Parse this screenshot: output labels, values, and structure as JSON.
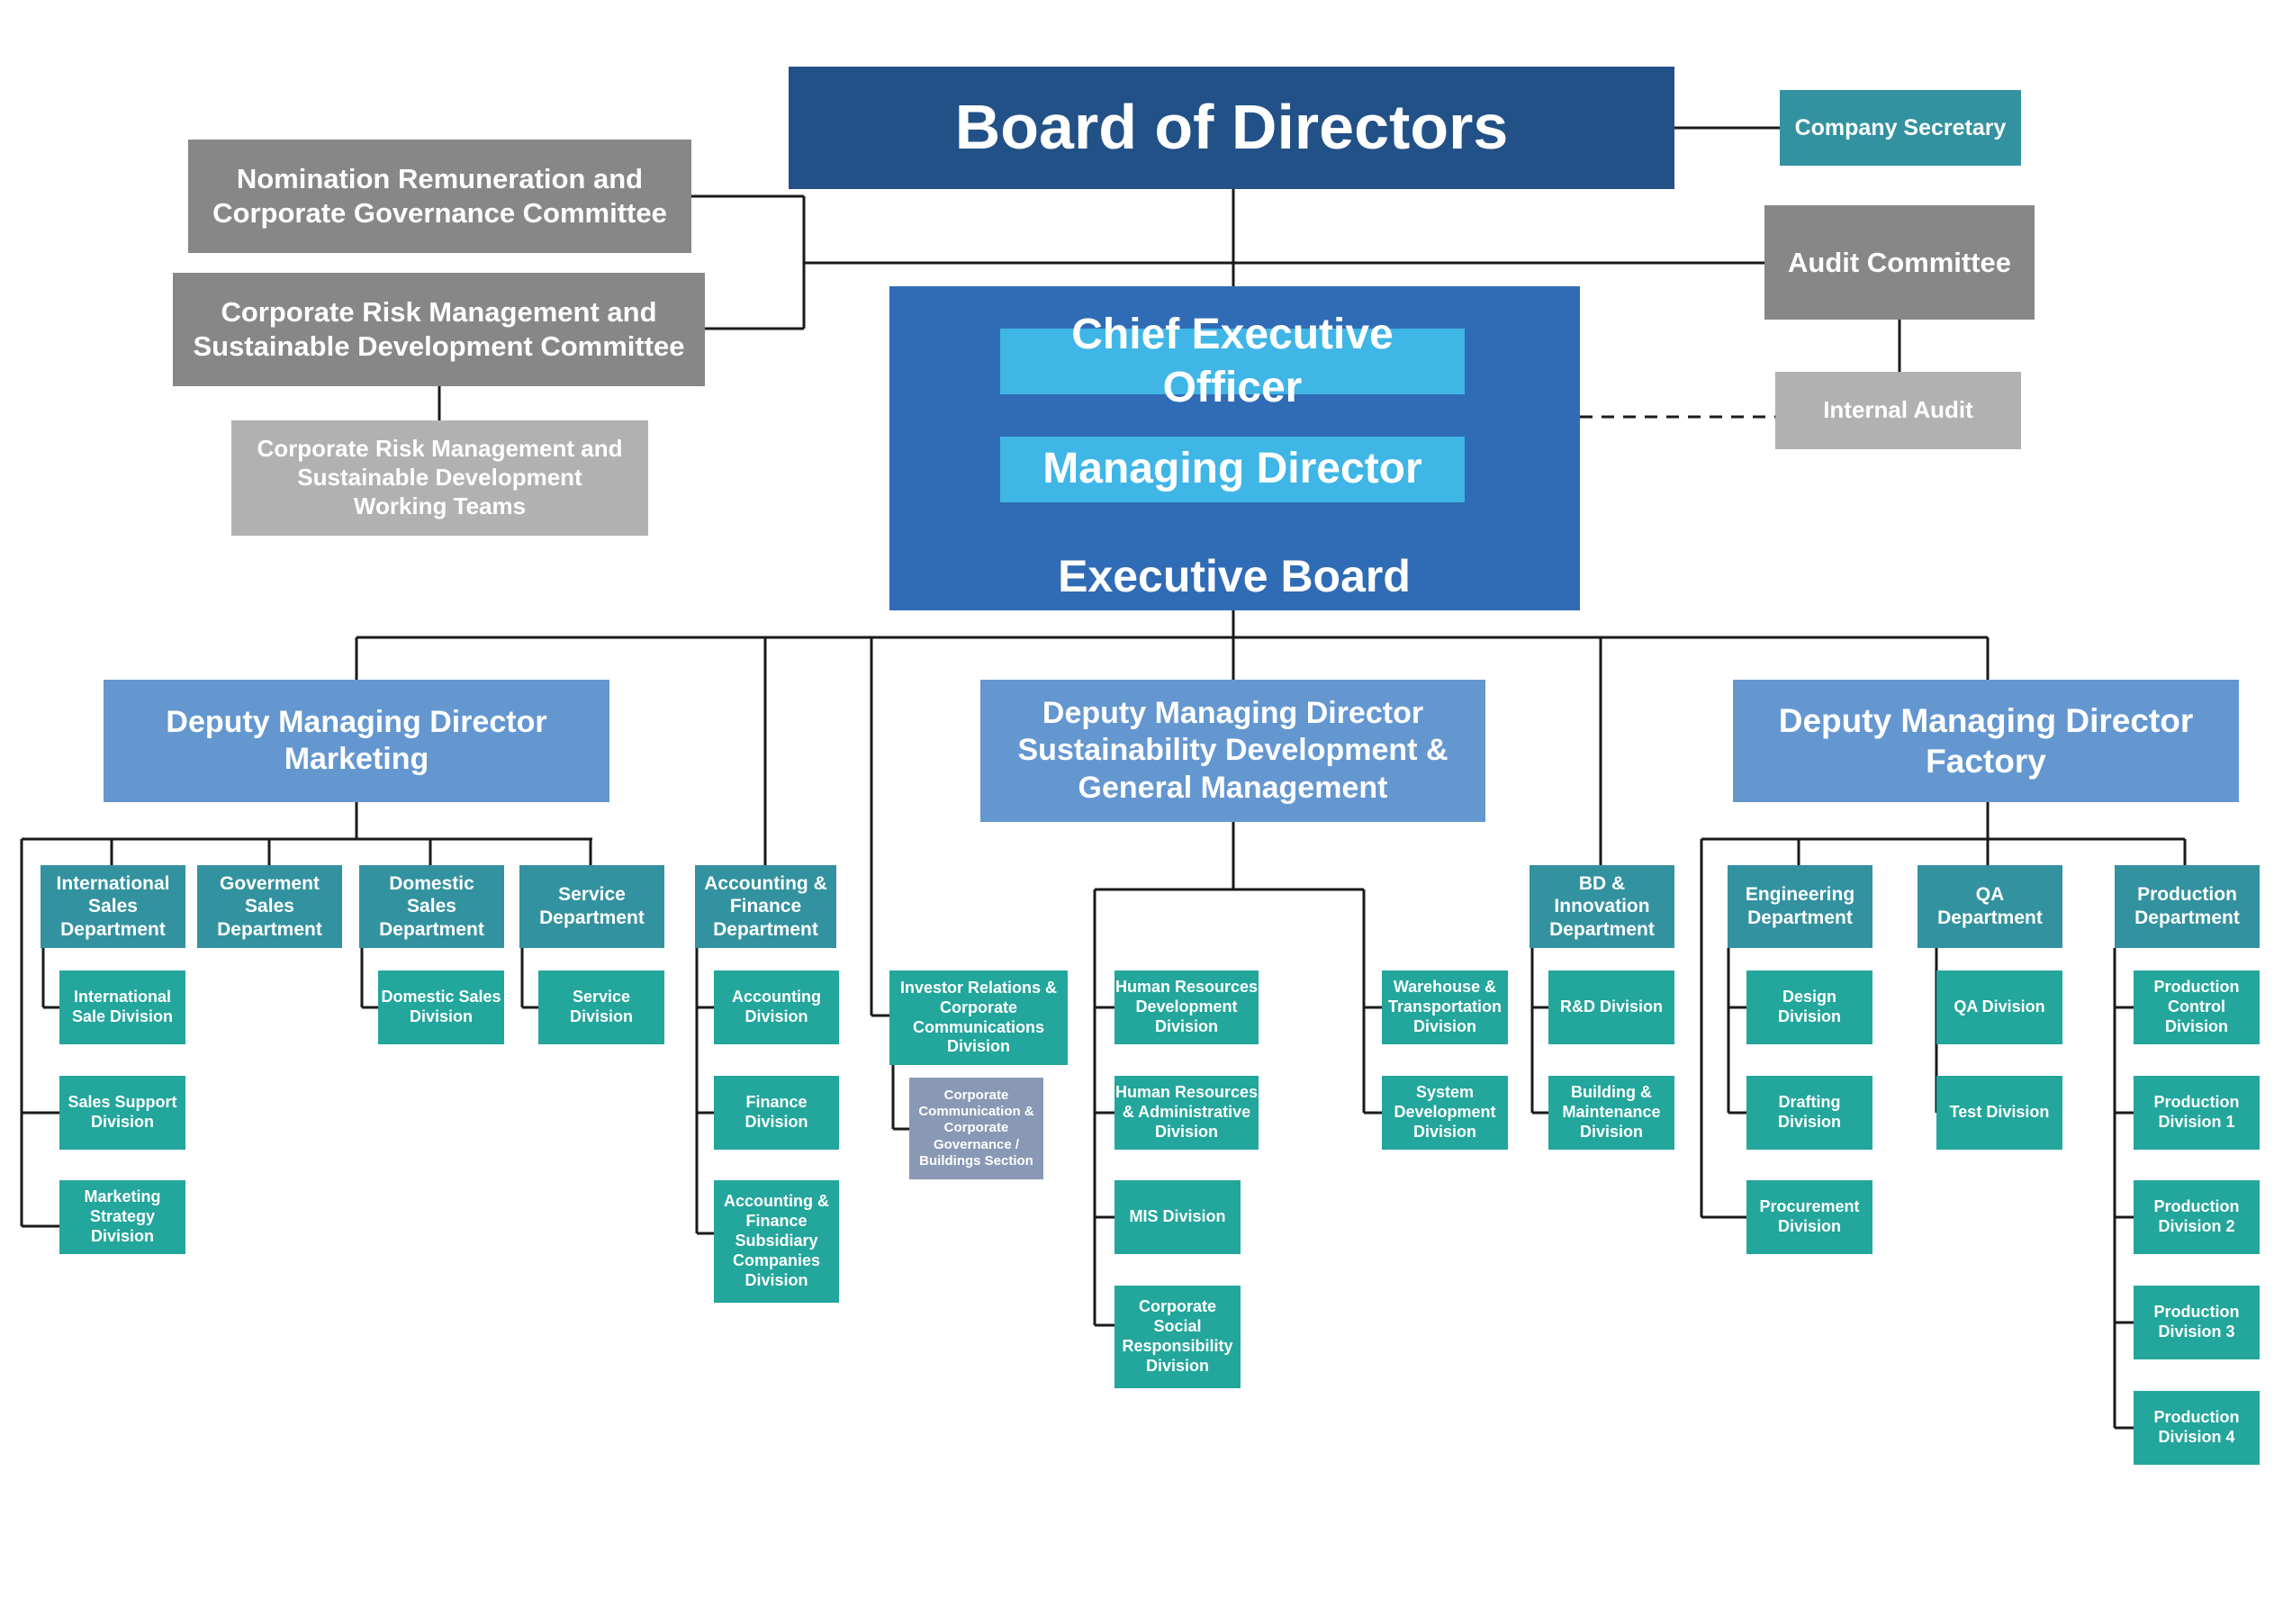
{
  "board": "Board of Directors",
  "company_secretary": "Company Secretary",
  "nomination_committee": "Nomination Remuneration and\nCorporate Governance Committee",
  "risk_committee": "Corporate Risk Management and\nSustainable Development  Committee",
  "risk_working_teams": "Corporate Risk Management and\nSustainable Development\nWorking Teams",
  "audit_committee": "Audit Committee",
  "internal_audit": "Internal Audit",
  "ceo": "Chief Executive Officer",
  "md": "Managing Director",
  "executive_board": "Executive Board",
  "dmd_marketing": "Deputy Managing Director\nMarketing",
  "dmd_sustainability": "Deputy Managing Director\nSustainability Development &\nGeneral Management",
  "dmd_factory": "Deputy Managing Director\nFactory",
  "intl_sales_dept": "International\nSales\nDepartment",
  "gov_sales_dept": "Goverment\nSales\nDepartment",
  "domestic_sales_dept": "Domestic\nSales\nDepartment",
  "service_dept": "Service\nDepartment",
  "intl_sale_div": "International\nSale Division",
  "sales_support_div": "Sales Support\nDivision",
  "marketing_strategy_div": "Marketing\nStrategy\nDivision",
  "domestic_sales_div": "Domestic Sales\nDivision",
  "service_div": "Service\nDivision",
  "accounting_finance_dept": "Accounting &\nFinance\nDepartment",
  "accounting_div": "Accounting\nDivision",
  "finance_div": "Finance\nDivision",
  "af_subsidiary_div": "Accounting &\nFinance\nSubsidiary\nCompanies\nDivision",
  "investor_relations_div": "Investor Relations &\nCorporate\nCommunications\nDivision",
  "corp_comm_section": "Corporate\nCommunication &\nCorporate\nGovernance /\nBuildings Section",
  "hr_dev_div": "Human Resources\nDevelopment\nDivision",
  "hr_admin_div": "Human Resources\n& Administrative\nDivision",
  "mis_div": "MIS Division",
  "csr_div": "Corporate Social\nResponsibility\nDivision",
  "warehouse_div": "Warehouse &\nTransportation\nDivision",
  "system_dev_div": "System\nDevelopment\nDivision",
  "bd_innovation_dept": "BD & Innovation\nDepartment",
  "rd_div": "R&D Division",
  "building_maint_div": "Building &\nMaintenance\nDivision",
  "engineering_dept": "Engineering\nDepartment",
  "qa_dept": "QA\nDepartment",
  "production_dept": "Production\nDepartment",
  "design_div": "Design\nDivision",
  "drafting_div": "Drafting\nDivision",
  "procurement_div": "Procurement\nDivision",
  "qa_div": "QA Division",
  "test_div": "Test Division",
  "production_control_div": "Production\nControl\nDivision",
  "production_div_1": "Production\nDivision 1",
  "production_div_2": "Production\nDivision 2",
  "production_div_3": "Production\nDivision 3",
  "production_div_4": "Production\nDivision 4"
}
